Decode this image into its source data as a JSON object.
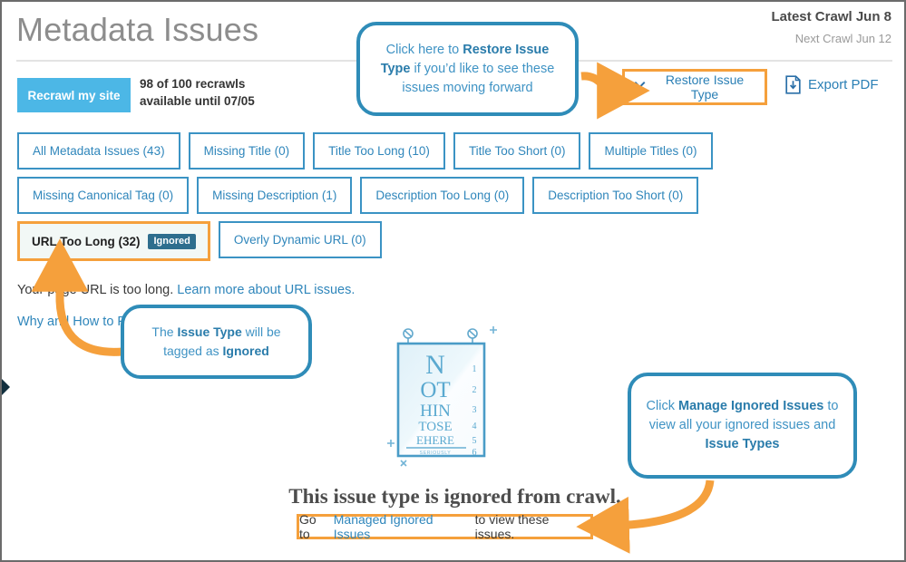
{
  "header": {
    "title": "Metadata Issues",
    "latest_crawl": "Latest Crawl Jun 8",
    "next_crawl": "Next Crawl Jun 12"
  },
  "toolbar": {
    "recrawl_label": "Recrawl my site",
    "recrawl_info_line1": "98 of 100 recrawls",
    "recrawl_info_line2": "available until 07/05",
    "restore_label": "Restore Issue Type",
    "restore_icon": "close-x-icon",
    "export_label": "Export PDF",
    "export_icon": "document-download-icon"
  },
  "tabs": {
    "row1": [
      {
        "label": "All Metadata Issues (43)"
      },
      {
        "label": "Missing Title (0)"
      },
      {
        "label": "Title Too Long (10)"
      },
      {
        "label": "Title Too Short (0)"
      },
      {
        "label": "Multiple Titles (0)"
      }
    ],
    "row2": [
      {
        "label": "Missing Canonical Tag (0)"
      },
      {
        "label": "Missing Description (1)"
      },
      {
        "label": "Description Too Long (0)"
      },
      {
        "label": "Description Too Short (0)"
      }
    ],
    "row3_active": {
      "label": "URL Too Long (32)",
      "badge": "Ignored"
    },
    "row3": [
      {
        "label": "Overly Dynamic URL (0)"
      }
    ]
  },
  "description": {
    "text": "Your page URL is too long.",
    "link": "Learn more about URL issues.",
    "why_how": "Why and How to F"
  },
  "callouts": {
    "restore": {
      "p1": "Click here to ",
      "b1": "Restore Issue Type",
      "p2": " if you’d like to see these issues moving forward"
    },
    "ignored": {
      "p1": "The ",
      "b1": "Issue Type",
      "p2": " will be tagged as ",
      "b2": "Ignored"
    },
    "manage": {
      "p1": "Click ",
      "b1": "Manage Ignored Issues",
      "p2": " to view all your ignored issues and ",
      "b2": "Issue Types"
    }
  },
  "illustration": {
    "name": "eye-chart-nothing-to-see-here",
    "lines": [
      "N",
      "OT",
      "HIN",
      "TOSE",
      "EHERE"
    ],
    "numbers": [
      "1",
      "2",
      "3",
      "4",
      "5",
      "6"
    ],
    "footer_text": "SERIOUSLY"
  },
  "empty_state": {
    "title": "This issue type is ignored from crawl.",
    "note_prefix": "Go to",
    "note_link": "Managed Ignored Issues",
    "note_suffix": "to view these issues."
  },
  "colors": {
    "accent_blue": "#2f86bb",
    "button_blue": "#4cb7e6",
    "callout_blue": "#2f8cb8",
    "highlight_orange": "#f5a03c",
    "badge_navy": "#2e6e8e",
    "title_gray": "#8d8d8d"
  }
}
